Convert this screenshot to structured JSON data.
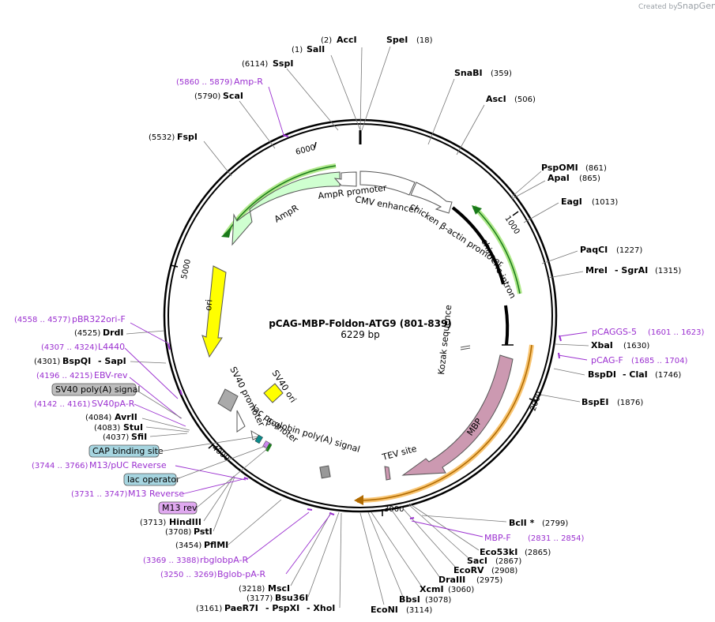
{
  "brand": {
    "created_by": "Created by",
    "app": "SnapGene"
  },
  "title": "pCAG-MBP-Foldon-ATG9 (801-839)",
  "length": "6229 bp",
  "ticks": [
    "1000",
    "2000",
    "3000",
    "4000",
    "5000",
    "6000"
  ],
  "features": {
    "ampr": "AmpR",
    "ampr_promoter": "AmpR promoter",
    "cmv_enhancer": "CMV enhancer",
    "chicken_promoter": "chicken β-actin promoter",
    "chimeric_intron": "chimeric intron",
    "kozak": "Kozak sequence",
    "ori": "ori",
    "sv40_ori": "SV40 ori",
    "sv40_promoter": "SV40 promoter",
    "lac_promoter": "lac promoter",
    "bglobin": "β-globin poly(A) signal",
    "tev": "TEV site",
    "mbp": "MBP"
  },
  "badges": {
    "sv40pa": "SV40 poly(A) signal",
    "cap": "CAP binding site",
    "lacop": "lac operator",
    "m13rev": "M13 rev"
  },
  "colors": {
    "ampr": "#cfffd0",
    "ori": "#ffff00",
    "mbp": "#cc99b1",
    "promoter_outline": "#ffffff",
    "primer": "#9b30d0",
    "green_highlight": "#8ee05a",
    "orange_highlight": "#f5b041",
    "sv40_badge": "#bdbdbd",
    "cap_badge": "#a6d5e0",
    "m13_badge": "#e0a9f0"
  },
  "enzymes": {
    "acci": {
      "pos": "(2)",
      "name": "AccI"
    },
    "sali": {
      "pos": "(1)",
      "name": "SalI"
    },
    "spei": {
      "pos": "(18)",
      "name": "SpeI"
    },
    "sspi": {
      "pos": "(6114)",
      "name": "SspI"
    },
    "snabi": {
      "pos": "(359)",
      "name": "SnaBI"
    },
    "asci": {
      "pos": "(506)",
      "name": "AscI"
    },
    "scai": {
      "pos": "(5790)",
      "name": "ScaI"
    },
    "fspi": {
      "pos": "(5532)",
      "name": "FspI"
    },
    "pspomi": {
      "pos": "(861)",
      "name": "PspOMI"
    },
    "apai": {
      "pos": "(865)",
      "name": "ApaI"
    },
    "eagi": {
      "pos": "(1013)",
      "name": "EagI"
    },
    "paqci": {
      "pos": "(1227)",
      "name": "PaqCI"
    },
    "mrei": {
      "pos": "(1315)",
      "name": "MreI",
      "extra": "- SgrAI"
    },
    "drdi": {
      "pos": "(4525)",
      "name": "DrdI"
    },
    "bspqi": {
      "pos": "(4301)",
      "name": "BspQI",
      "extra": "- SapI"
    },
    "xbai": {
      "pos": "(1630)",
      "name": "XbaI"
    },
    "bspdi": {
      "pos": "(1746)",
      "name": "BspDI",
      "extra": "- ClaI"
    },
    "bspei": {
      "pos": "(1876)",
      "name": "BspEI"
    },
    "avrii": {
      "pos": "(4084)",
      "name": "AvrII"
    },
    "stui": {
      "pos": "(4083)",
      "name": "StuI"
    },
    "sfii": {
      "pos": "(4037)",
      "name": "SfiI"
    },
    "hindiii": {
      "pos": "(3713)",
      "name": "HindIII"
    },
    "psti": {
      "pos": "(3708)",
      "name": "PstI"
    },
    "pflmi": {
      "pos": "(3454)",
      "name": "PflMI"
    },
    "msci": {
      "pos": "(3218)",
      "name": "MscI"
    },
    "bsu36i": {
      "pos": "(3177)",
      "name": "Bsu36I"
    },
    "paer7i": {
      "pos": "(3161)",
      "name": "PaeR7I",
      "extra1": "- PspXI",
      "extra2": "- XhoI"
    },
    "econi": {
      "pos": "(3114)",
      "name": "EcoNI"
    },
    "bbsi": {
      "pos": "(3078)",
      "name": "BbsI"
    },
    "xcmi": {
      "pos": "(3060)",
      "name": "XcmI"
    },
    "draiii": {
      "pos": "(2975)",
      "name": "DraIII"
    },
    "ecorv": {
      "pos": "(2908)",
      "name": "EcoRV"
    },
    "saci": {
      "pos": "(2867)",
      "name": "SacI"
    },
    "eco53ki": {
      "pos": "(2865)",
      "name": "Eco53kI"
    },
    "bcli": {
      "pos": "(2799)",
      "name": "BclI *"
    }
  },
  "primers": {
    "ampr": {
      "range": "(5860 .. 5879)",
      "name": "Amp-R"
    },
    "pbr322": {
      "range": "(4558 .. 4577)",
      "name": "pBR322ori-F"
    },
    "l4440": {
      "range": "(4307 .. 4324)",
      "name": "L4440"
    },
    "ebv": {
      "range": "(4196 .. 4215)",
      "name": "EBV-rev"
    },
    "sv40pa": {
      "range": "(4142 .. 4161)",
      "name": "SV40pA-R"
    },
    "m13puc": {
      "range": "(3744 .. 3766)",
      "name": "M13/pUC Reverse"
    },
    "m13rev": {
      "range": "(3731 .. 3747)",
      "name": "M13 Reverse"
    },
    "rbglob": {
      "range": "(3369 .. 3388)",
      "name": "rbglobpA-R"
    },
    "bglob": {
      "range": "(3250 .. 3269)",
      "name": "Bglob-pA-R"
    },
    "pcaggs5": {
      "range": "(1601 .. 1623)",
      "name": "pCAGGS-5"
    },
    "pcagf": {
      "range": "(1685 .. 1704)",
      "name": "pCAG-F"
    },
    "mbpf": {
      "range": "(2831 .. 2854)",
      "name": "MBP-F"
    }
  }
}
